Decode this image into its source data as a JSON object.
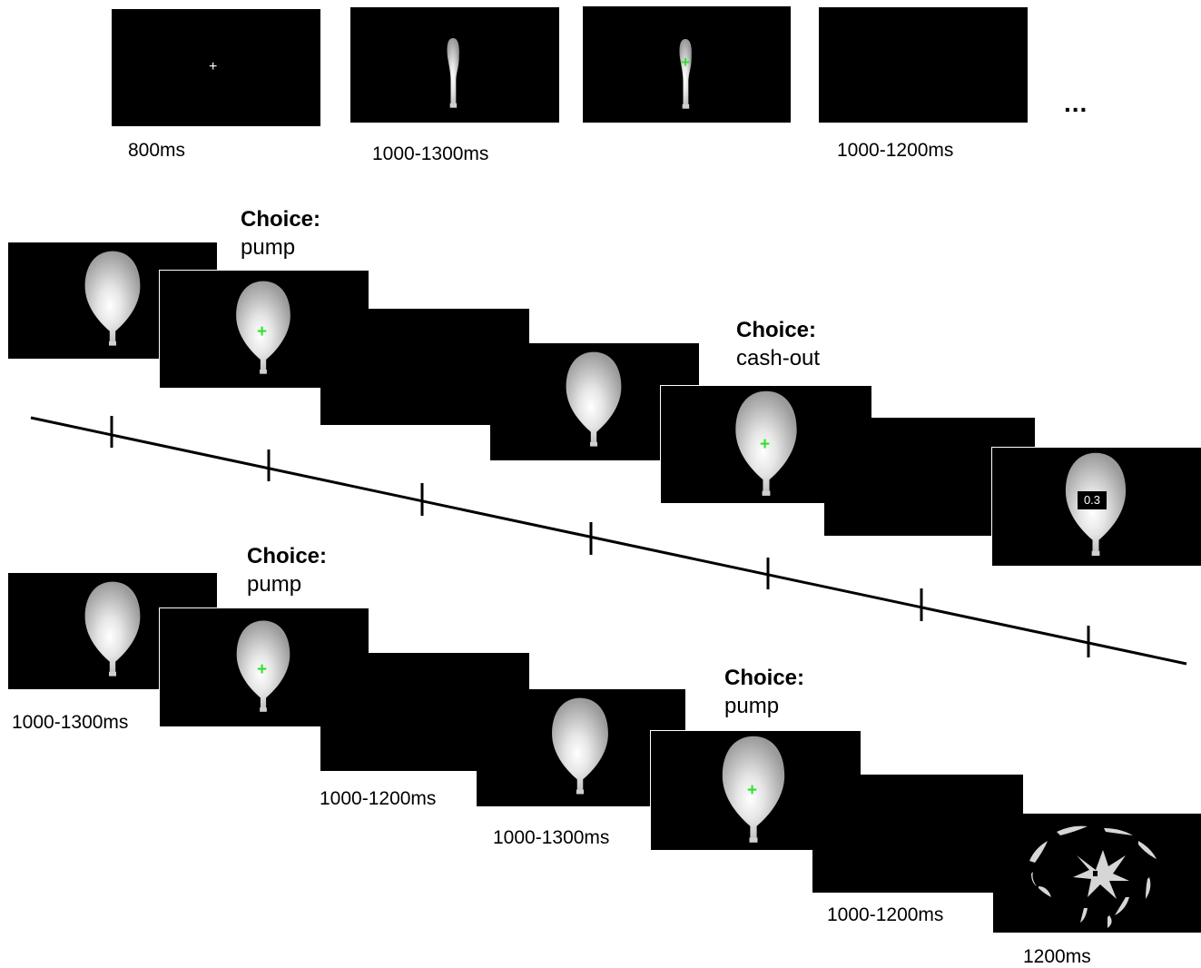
{
  "top_sequence": {
    "labels": [
      "800ms",
      "1000-1300ms",
      "1000-1200ms"
    ],
    "continuation": "..."
  },
  "choices": {
    "heading": "Choice:",
    "upper_first": "pump",
    "upper_second": "cash-out",
    "lower_first": "pump",
    "lower_second": "pump"
  },
  "reward_value": "0.3",
  "bottom_labels": {
    "anticipation_1": "1000-1300ms",
    "feedback_1": "1000-1200ms",
    "anticipation_2": "1000-1300ms",
    "feedback_2": "1000-1200ms",
    "outcome": "1200ms"
  },
  "icons": {
    "fixation": "fixation-cross",
    "response": "green-fixation-cross",
    "stimulus": "balloon-icon",
    "outcome_burst": "burst-balloon-icon"
  },
  "colors": {
    "screen": "#000000",
    "balloon": "#d9d9d9",
    "response_cross": "#31e030"
  }
}
